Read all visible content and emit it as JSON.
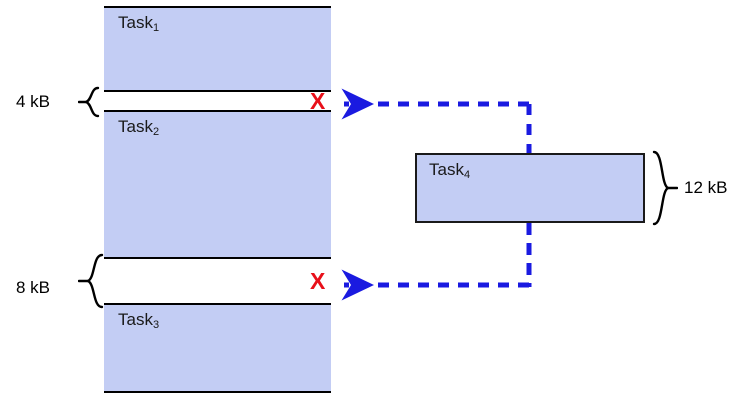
{
  "diagram": {
    "title": "memory-allocation-fragmentation",
    "colors": {
      "task_fill": "#c3cdf4",
      "outline": "#000000",
      "free_fill": "#ffffff",
      "x_mark": "#e8101a",
      "arrow": "#1a1ae0"
    },
    "memory_column": {
      "blocks": [
        {
          "id": "task1",
          "label": "Task",
          "subscript": "1",
          "state": "allocated"
        },
        {
          "id": "gap1",
          "label": "",
          "subscript": "",
          "state": "free",
          "size": "4 kB"
        },
        {
          "id": "task2",
          "label": "Task",
          "subscript": "2",
          "state": "allocated"
        },
        {
          "id": "gap2",
          "label": "",
          "subscript": "",
          "state": "free",
          "size": "8 kB"
        },
        {
          "id": "task3",
          "label": "Task",
          "subscript": "3",
          "state": "allocated"
        }
      ]
    },
    "size_labels": {
      "gap1": "4 kB",
      "gap2": "8 kB",
      "incoming": "12 kB"
    },
    "incoming_task": {
      "label": "Task",
      "subscript": "4",
      "size": "12 kB"
    },
    "x_marks": [
      {
        "glyph": "X",
        "target": "gap1",
        "meaning": "does-not-fit"
      },
      {
        "glyph": "X",
        "target": "gap2",
        "meaning": "does-not-fit"
      }
    ],
    "arrows": [
      {
        "from": "task4",
        "to": "gap1",
        "style": "dashed",
        "direction": "left"
      },
      {
        "from": "task4",
        "to": "gap2",
        "style": "dashed",
        "direction": "left"
      }
    ]
  }
}
